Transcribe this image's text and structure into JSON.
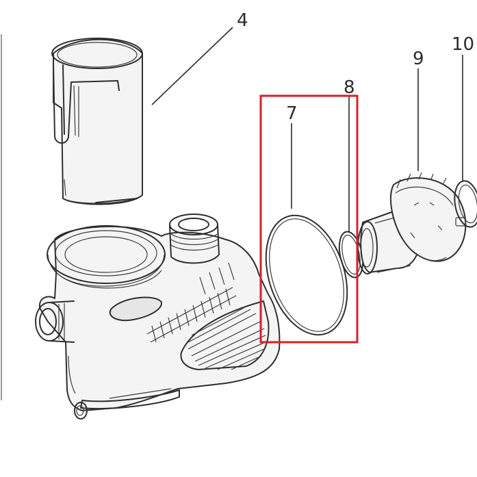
{
  "diagram": {
    "callouts": [
      "4",
      "7",
      "8",
      "9",
      "10"
    ],
    "highlight_color": "#d81f26",
    "line_color": "#2e2e2e"
  }
}
